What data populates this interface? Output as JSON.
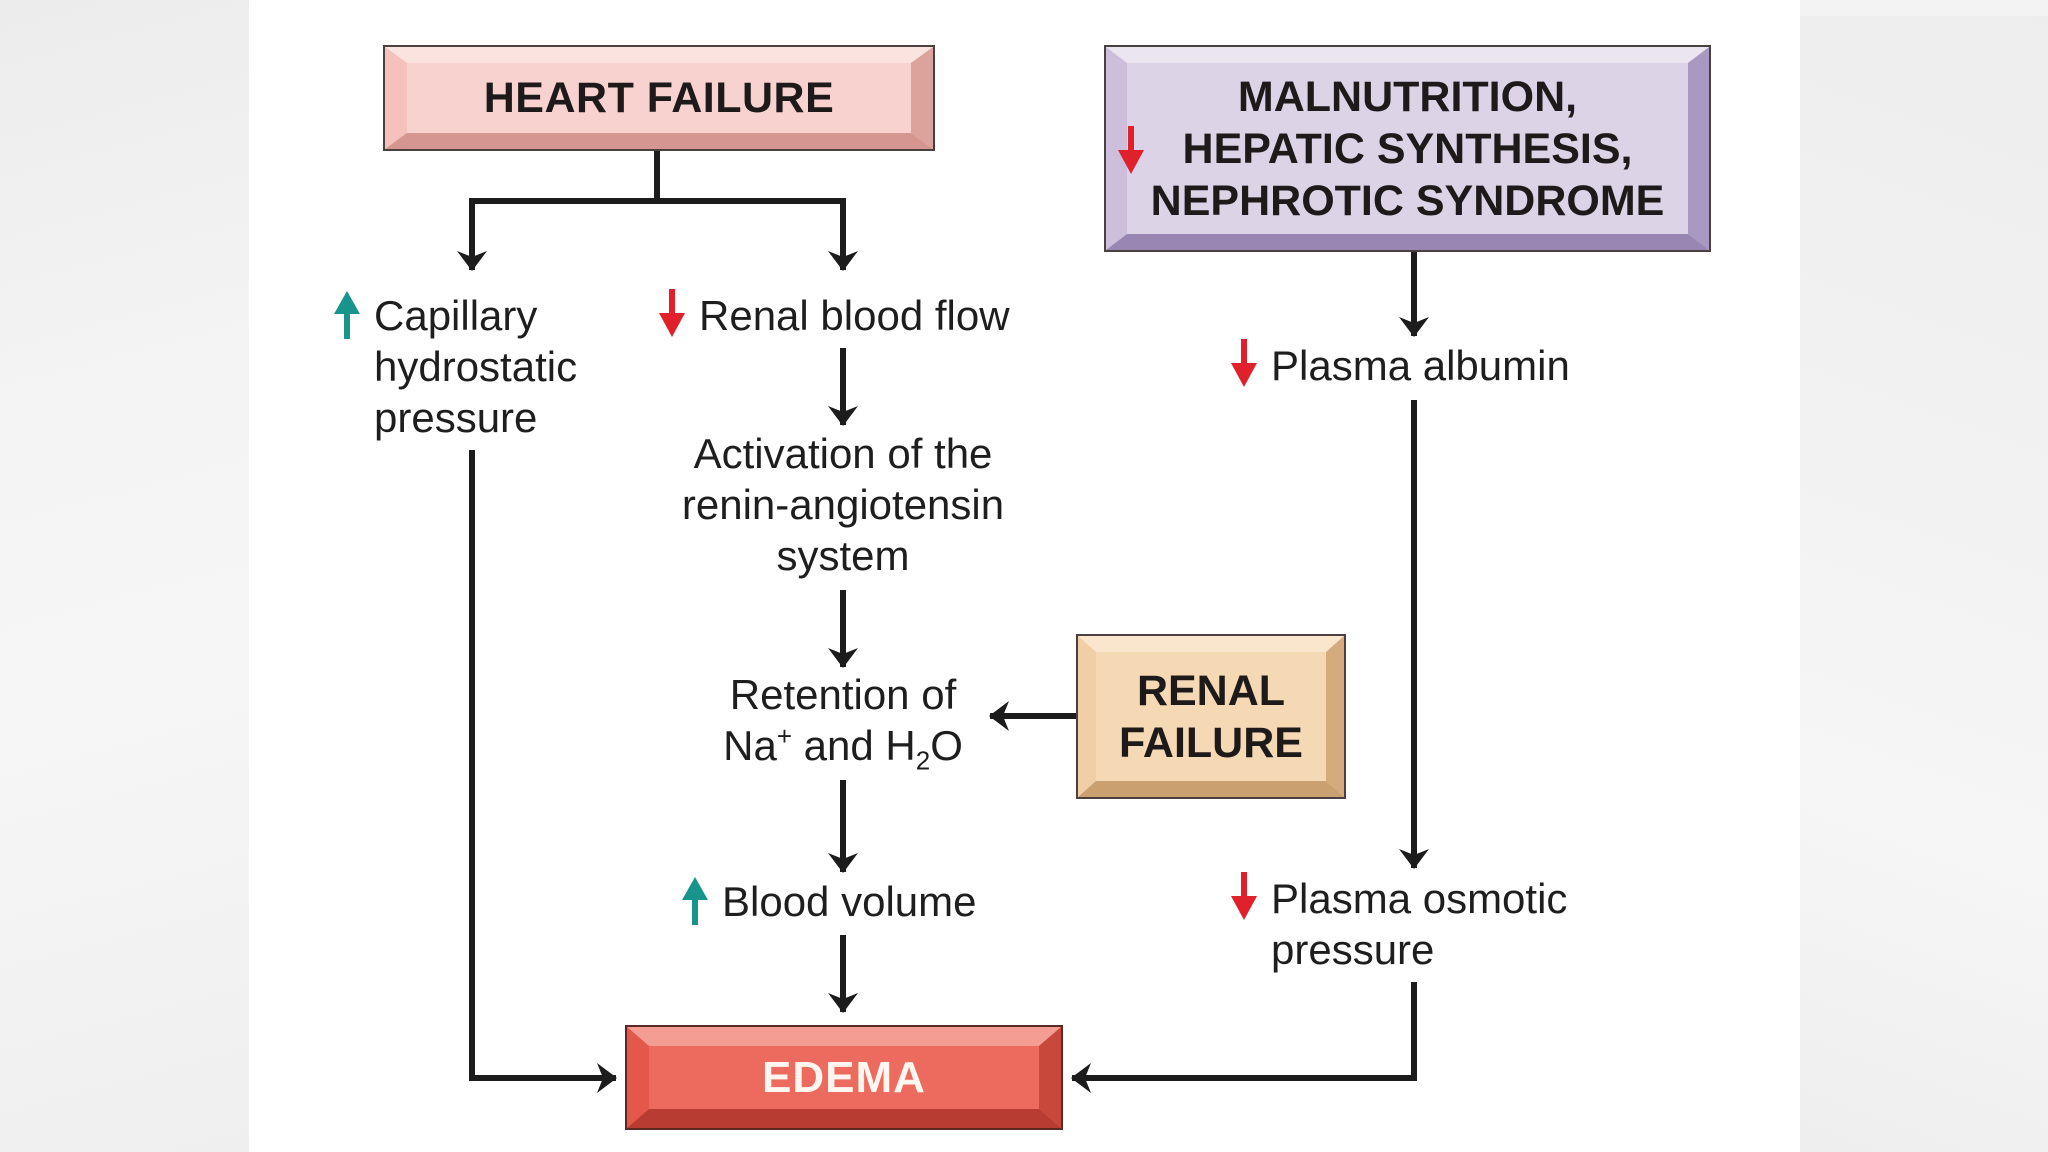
{
  "diagram": {
    "title": "Pathophysiology of edema",
    "colors": {
      "increase_arrow": "#17958c",
      "decrease_arrow": "#e0202a",
      "connector": "#1c1c1c",
      "heart_failure_fill": "#f7d2cf",
      "malnutrition_fill": "#ddd3e6",
      "renal_failure_fill": "#f5d8b4",
      "edema_fill": "#ec6b5e"
    },
    "boxes": {
      "heart_failure": "HEART FAILURE",
      "malnutrition": {
        "line1": "MALNUTRITION,",
        "line2": "HEPATIC SYNTHESIS,",
        "line3": "NEPHROTIC SYNDROME",
        "line2_indicator": "decrease"
      },
      "renal_failure": {
        "line1": "RENAL",
        "line2": "FAILURE"
      },
      "edema": "EDEMA"
    },
    "nodes": {
      "capillary": {
        "indicator": "increase",
        "lines": [
          "Capillary",
          "hydrostatic",
          "pressure"
        ]
      },
      "renal_blood_flow": {
        "indicator": "decrease",
        "text": "Renal blood flow"
      },
      "raas": {
        "lines": [
          "Activation of the",
          "renin-angiotensin",
          "system"
        ]
      },
      "retention": {
        "line1": "Retention of",
        "line2_parts": {
          "a": "Na",
          "sup": "+",
          "b": " and H",
          "sub": "2",
          "c": "O"
        }
      },
      "blood_volume": {
        "indicator": "increase",
        "text": "Blood volume"
      },
      "plasma_albumin": {
        "indicator": "decrease",
        "text": "Plasma albumin"
      },
      "plasma_osmotic": {
        "indicator": "decrease",
        "lines": [
          "Plasma osmotic",
          "pressure"
        ]
      }
    },
    "edges": [
      {
        "from": "heart_failure",
        "to": "capillary"
      },
      {
        "from": "heart_failure",
        "to": "renal_blood_flow"
      },
      {
        "from": "renal_blood_flow",
        "to": "raas"
      },
      {
        "from": "raas",
        "to": "retention"
      },
      {
        "from": "renal_failure",
        "to": "retention"
      },
      {
        "from": "retention",
        "to": "blood_volume"
      },
      {
        "from": "blood_volume",
        "to": "edema"
      },
      {
        "from": "capillary",
        "to": "edema"
      },
      {
        "from": "malnutrition",
        "to": "plasma_albumin"
      },
      {
        "from": "plasma_albumin",
        "to": "plasma_osmotic"
      },
      {
        "from": "plasma_osmotic",
        "to": "edema"
      }
    ]
  }
}
